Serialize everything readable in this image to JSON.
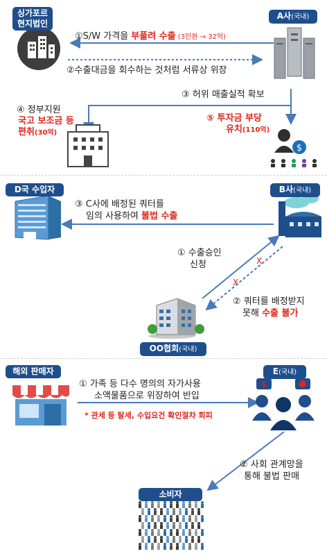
{
  "section1": {
    "singapore": {
      "line1": "싱가포르",
      "line2": "현지법인"
    },
    "company_a": {
      "name": "A사",
      "tag": "(국내)"
    },
    "step1": {
      "prefix": "①S/W 가격을 ",
      "highlight": "부풀려 수출",
      "note": " (3만원 → 32억)"
    },
    "step2": {
      "text": "②수출대금을 회수하는 것처럼 서류상 위장"
    },
    "step3": {
      "text": "③ 허위 매출실적 확보"
    },
    "step4": {
      "title": "④ 정부지원",
      "highlight1": "국고 보조금 등",
      "highlight2": "편취",
      "amount": "(30억)"
    },
    "step5": {
      "highlight1": "⑤ 투자금 부당",
      "highlight2": "유치",
      "amount": "(110억)"
    }
  },
  "section2": {
    "importer": {
      "name": "D국 수입자"
    },
    "company_b": {
      "name": "B사",
      "tag": "(국내)"
    },
    "step3": {
      "line1": "③ C사에 배정된 쿼터를",
      "line2_prefix": "임의 사용하여 ",
      "line2_highlight": "불법 수출"
    },
    "step1": {
      "line1": "① 수출승인",
      "line2": "신청"
    },
    "step2": {
      "line1": "② 쿼터를 배정받지",
      "line2_prefix": "못해 ",
      "line2_highlight": "수출 불가"
    },
    "x_mark": "X",
    "association": {
      "name": "OO협회",
      "tag": "(국내)"
    }
  },
  "section3": {
    "seller": {
      "name": "해외 판매자"
    },
    "company_e": {
      "name": "E",
      "tag": "(국내)"
    },
    "step1": {
      "line1": "① 가족 등 다수 명의의 자가사용",
      "line2": "소액물품으로 위장하여 반입"
    },
    "note": "* 관세 등 탈세, 수입요건 확인절차 회피",
    "step2": {
      "line1": "② 사회 관계망을",
      "line2": "통해 불법 판매"
    },
    "consumer": {
      "name": "소비자"
    }
  },
  "colors": {
    "badge": "#1f4e8c",
    "arrow": "#4a7ab8",
    "red": "#e0251b",
    "icon_dark": "#3d3d3d"
  }
}
